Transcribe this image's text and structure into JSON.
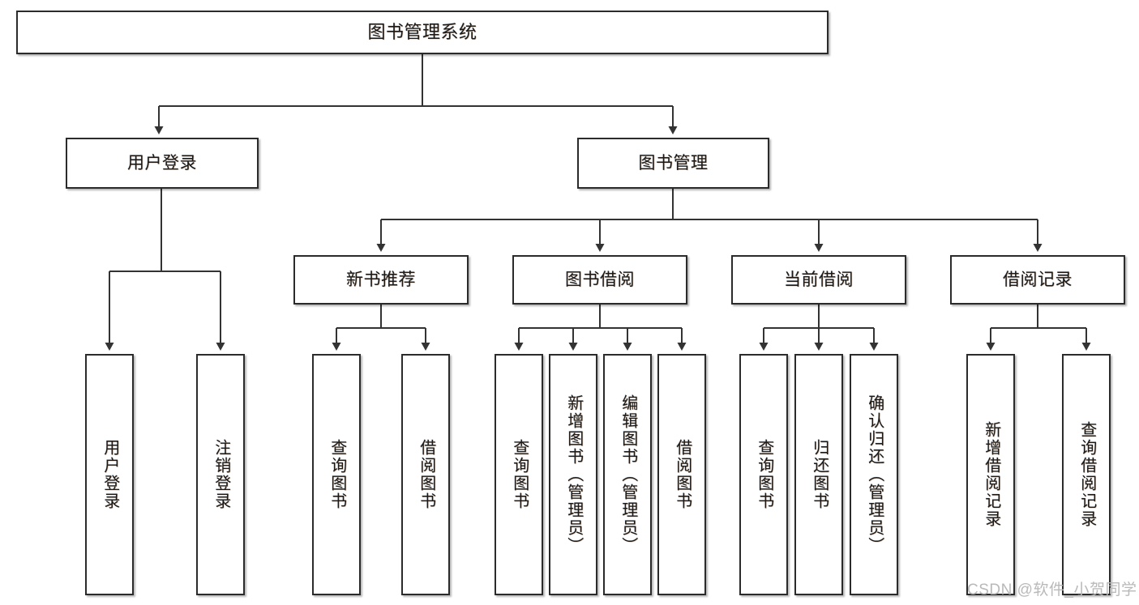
{
  "diagram": {
    "title": "图书管理系统",
    "type": "tree-hierarchy-chart",
    "orientation": "top-down",
    "colors": {
      "box_border": "#2b2b2b",
      "box_fill": "#ffffff",
      "connector": "#333333",
      "text": "#1a1a1a",
      "watermark": "#b9b9b9",
      "background": "#ffffff"
    },
    "root": {
      "label": "图书管理系统"
    },
    "level2": [
      {
        "id": "user-login",
        "label": "用户登录"
      },
      {
        "id": "book-management",
        "label": "图书管理"
      }
    ],
    "level3": [
      {
        "id": "new-book-recommend",
        "label": "新书推荐",
        "parent": "book-management"
      },
      {
        "id": "book-borrow",
        "label": "图书借阅",
        "parent": "book-management"
      },
      {
        "id": "current-borrow",
        "label": "当前借阅",
        "parent": "book-management"
      },
      {
        "id": "borrow-record",
        "label": "借阅记录",
        "parent": "book-management"
      }
    ],
    "leaves": {
      "user-login": [
        {
          "id": "leaf-user-login",
          "label": "用户登录"
        },
        {
          "id": "leaf-user-logout",
          "label": "注销登录"
        }
      ],
      "new-book-recommend": [
        {
          "id": "leaf-query-book-1",
          "label": "查询图书"
        },
        {
          "id": "leaf-borrow-book-1",
          "label": "借阅图书"
        }
      ],
      "book-borrow": [
        {
          "id": "leaf-query-book-2",
          "label": "查询图书"
        },
        {
          "id": "leaf-add-book",
          "label": "新增图书（管理员）"
        },
        {
          "id": "leaf-edit-book",
          "label": "编辑图书（管理员）"
        },
        {
          "id": "leaf-borrow-book-2",
          "label": "借阅图书"
        }
      ],
      "current-borrow": [
        {
          "id": "leaf-query-book-3",
          "label": "查询图书"
        },
        {
          "id": "leaf-return-book",
          "label": "归还图书"
        },
        {
          "id": "leaf-confirm-return",
          "label": "确认归还（管理员）"
        }
      ],
      "borrow-record": [
        {
          "id": "leaf-add-record",
          "label": "新增借阅记录"
        },
        {
          "id": "leaf-query-record",
          "label": "查询借阅记录"
        }
      ]
    }
  },
  "watermark": {
    "text": "CSDN @软件_小贺同学"
  }
}
